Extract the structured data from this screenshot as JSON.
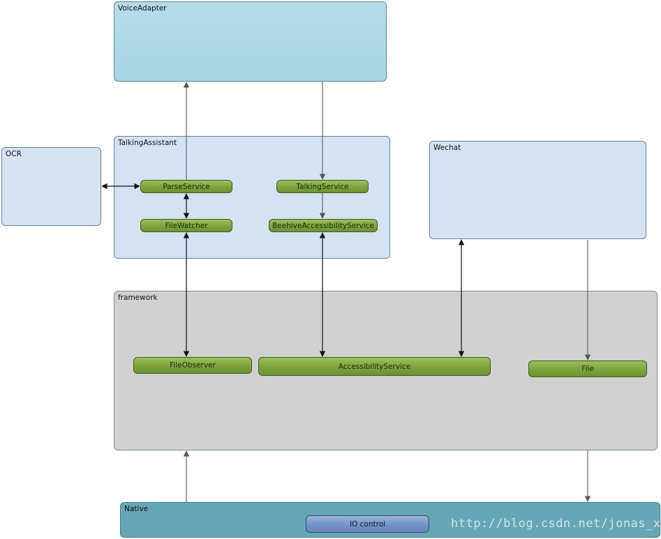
{
  "containers": {
    "voice_adapter": "VoiceAdapter",
    "talking_assistant": "TalkingAssistant",
    "ocr": "OCR",
    "wechat": "Wechat",
    "framework": "framework",
    "native": "Native"
  },
  "components": {
    "parse_service": "ParseService",
    "talking_service": "TalkingService",
    "file_watcher": "FileWatcher",
    "beehive_accessibility_service": "BeehiveAccessibilityService",
    "file_observer": "FileObserver",
    "accessibility_service": "AccessibilityService",
    "file": "File",
    "io_control": "IO control"
  },
  "watermark": "http://blog.csdn.net/jonas_xu",
  "colors": {
    "voice_adapter": "#a9d7e4",
    "light_container": "#d4e2f2",
    "framework": "#d1d1d1",
    "native": "#66a7b6",
    "component_green": "#82a544",
    "component_blue": "#7592c6",
    "arrow": "#555555"
  }
}
